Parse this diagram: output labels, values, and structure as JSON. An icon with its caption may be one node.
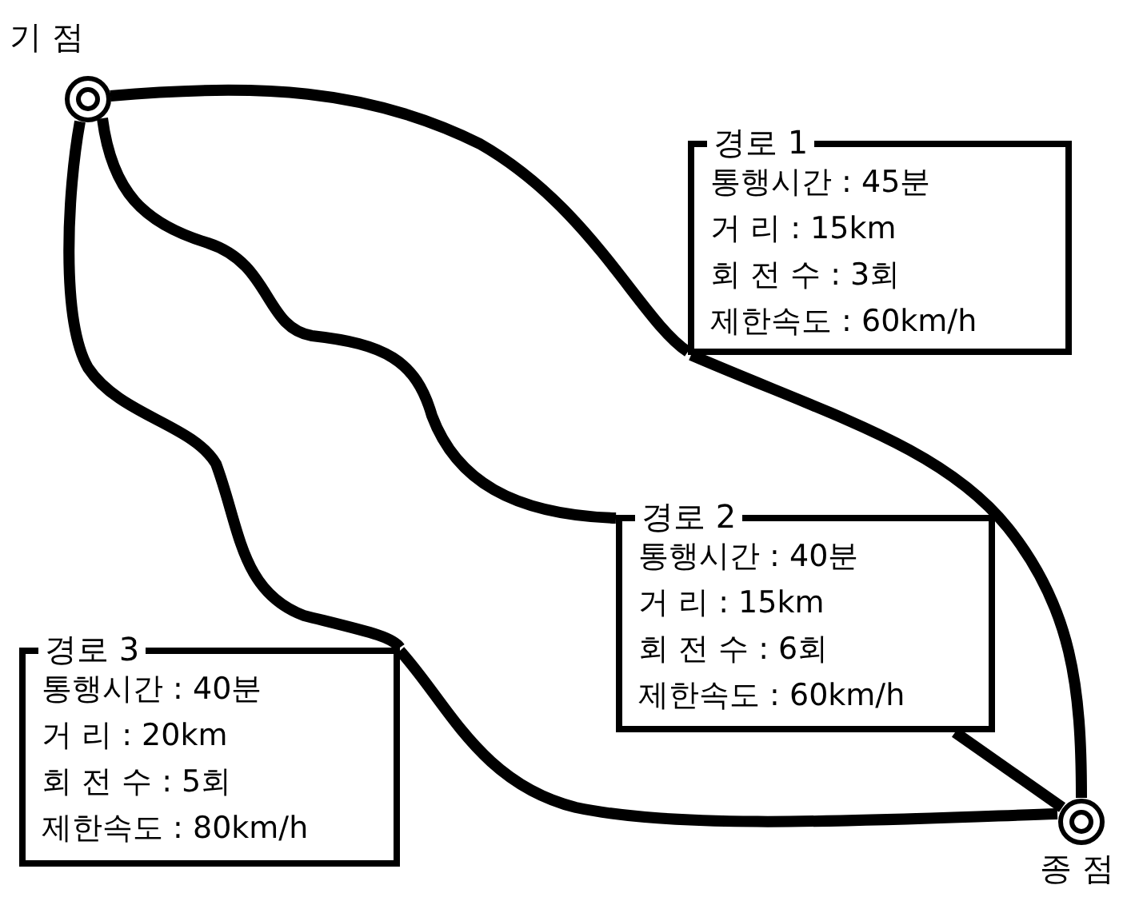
{
  "diagram": {
    "nodes": [
      {
        "text": [],
        "shape": "circle",
        "beside": [
          "기 점"
        ]
      },
      {
        "text": [],
        "shape": "circle",
        "beside": [
          "종 점"
        ]
      },
      {
        "text": [
          "경로 1",
          "통행시간 : 45분",
          "거 리 : 15km",
          "회 전 수 : 3회",
          "제한속도 : 60km/h"
        ]
      },
      {
        "text": [
          "경로 2",
          "통행시간 : 40분",
          "거 리 : 15km",
          "회 전 수 : 6회",
          "제한속도 : 60km/h"
        ]
      },
      {
        "text": [
          "경로 3",
          "통행시간 : 40분",
          "거 리 : 20km",
          "회 전 수 : 5회",
          "제한속도 : 80km/h"
        ]
      }
    ],
    "edges": [
      {
        "from": 0,
        "to": 2,
        "arrow": "none"
      },
      {
        "from": 2,
        "to": 1,
        "arrow": "none"
      },
      {
        "from": 0,
        "to": 3,
        "arrow": "none"
      },
      {
        "from": 3,
        "to": 1,
        "arrow": "none"
      },
      {
        "from": 0,
        "to": 4,
        "arrow": "none"
      },
      {
        "from": 4,
        "to": 1,
        "arrow": "none"
      }
    ]
  }
}
